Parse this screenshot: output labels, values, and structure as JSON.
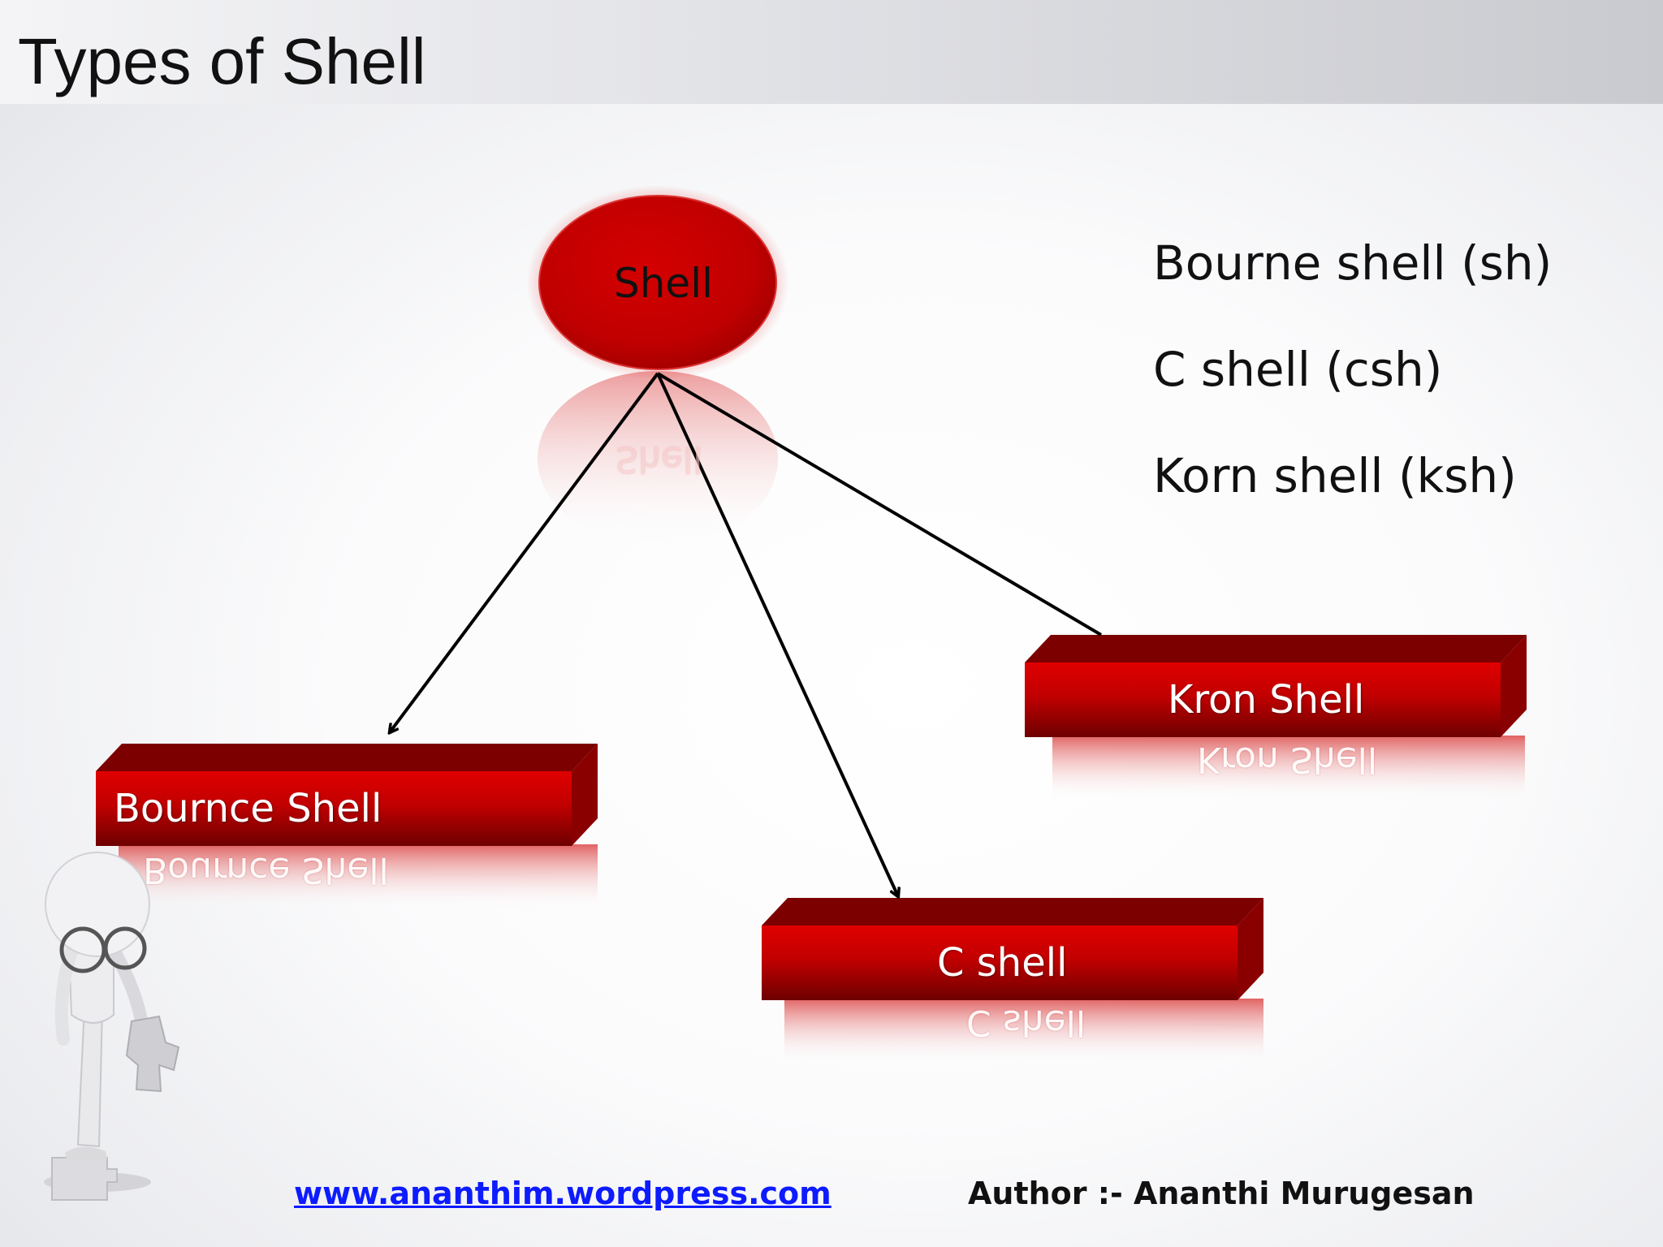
{
  "slide": {
    "title": "Types of Shell",
    "colors": {
      "accent": "#c00000",
      "dark_accent": "#7a0000",
      "link": "#0d1bff"
    }
  },
  "diagram": {
    "root": {
      "label": "Shell"
    },
    "children": [
      {
        "label": "Bournce Shell"
      },
      {
        "label": "C shell"
      },
      {
        "label": "Kron Shell"
      }
    ]
  },
  "shell_list": [
    "Bourne shell (sh)",
    "C shell (csh)",
    "Korn shell (ksh)"
  ],
  "footer": {
    "link_text": "www.ananthim.wordpress.com",
    "author": "Author :- Ananthi Murugesan"
  },
  "decoration": {
    "figure": "thinking-figure-with-puzzle-piece-icon"
  }
}
